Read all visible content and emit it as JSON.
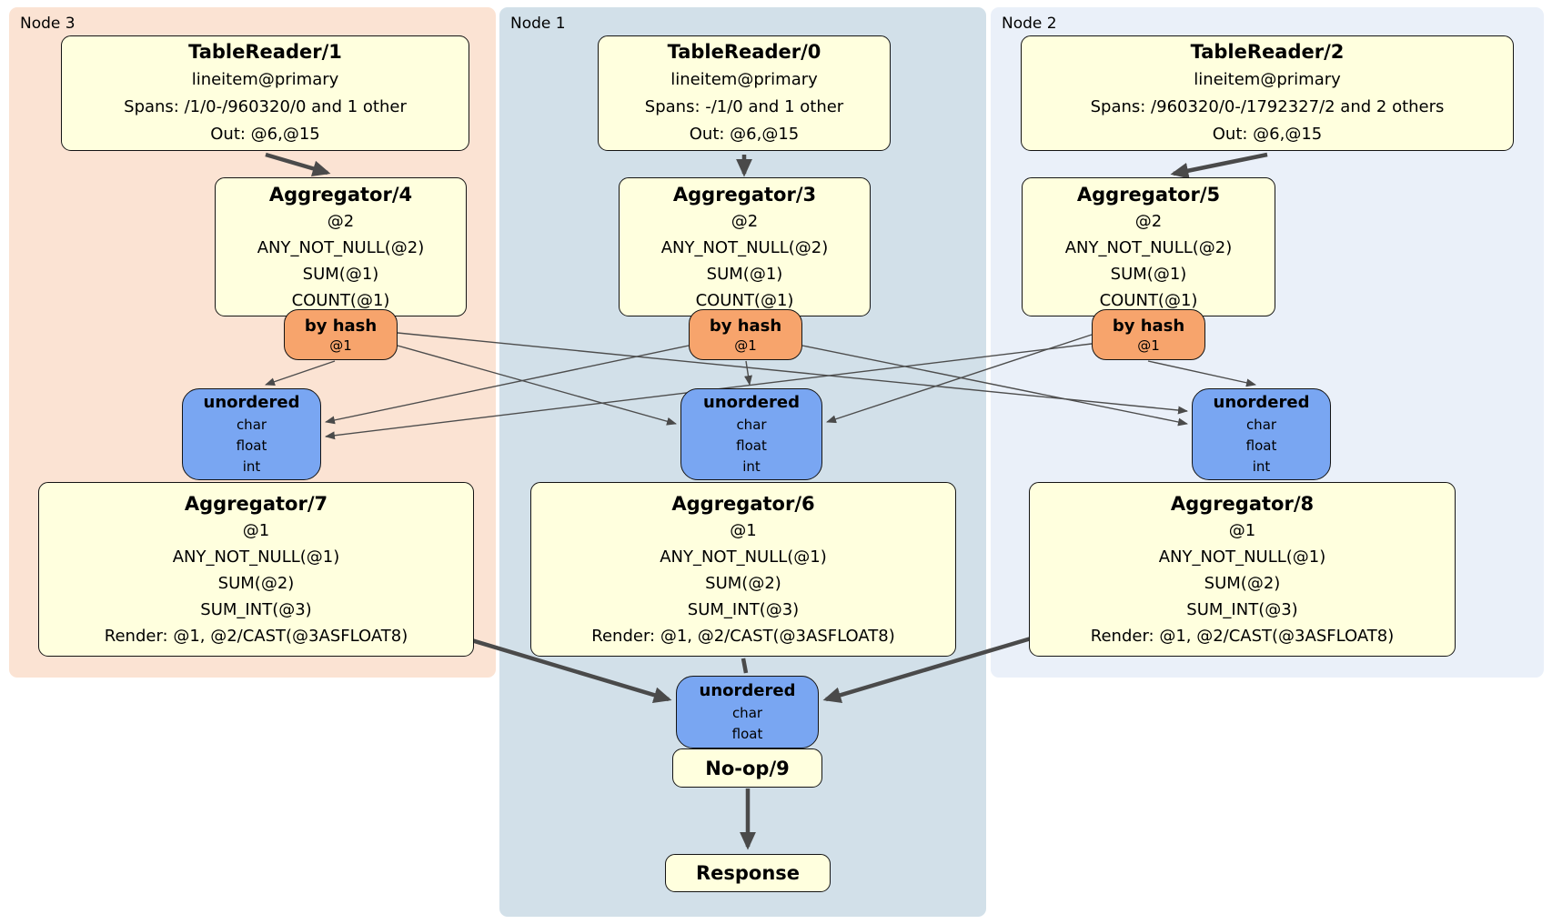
{
  "regions": [
    {
      "label": "Node 3"
    },
    {
      "label": "Node 1"
    },
    {
      "label": "Node 2"
    }
  ],
  "boxes": {
    "tr1": {
      "title": "TableReader/1",
      "lines": [
        "lineitem@primary",
        "Spans: /1/0-/960320/0 and 1 other",
        "Out: @6,@15"
      ]
    },
    "tr0": {
      "title": "TableReader/0",
      "lines": [
        "lineitem@primary",
        "Spans: -/1/0 and 1 other",
        "Out: @6,@15"
      ]
    },
    "tr2": {
      "title": "TableReader/2",
      "lines": [
        "lineitem@primary",
        "Spans: /960320/0-/1792327/2 and 2 others",
        "Out: @6,@15"
      ]
    },
    "agg4": {
      "title": "Aggregator/4",
      "lines": [
        "@2",
        "ANY_NOT_NULL(@2)",
        "SUM(@1)",
        "COUNT(@1)"
      ]
    },
    "agg3": {
      "title": "Aggregator/3",
      "lines": [
        "@2",
        "ANY_NOT_NULL(@2)",
        "SUM(@1)",
        "COUNT(@1)"
      ]
    },
    "agg5": {
      "title": "Aggregator/5",
      "lines": [
        "@2",
        "ANY_NOT_NULL(@2)",
        "SUM(@1)",
        "COUNT(@1)"
      ]
    },
    "router4": {
      "title": "by hash",
      "lines": [
        "@1"
      ]
    },
    "router3": {
      "title": "by hash",
      "lines": [
        "@1"
      ]
    },
    "router5": {
      "title": "by hash",
      "lines": [
        "@1"
      ]
    },
    "sync7": {
      "title": "unordered",
      "lines": [
        "char",
        "float",
        "int"
      ]
    },
    "sync6": {
      "title": "unordered",
      "lines": [
        "char",
        "float",
        "int"
      ]
    },
    "sync8": {
      "title": "unordered",
      "lines": [
        "char",
        "float",
        "int"
      ]
    },
    "agg7": {
      "title": "Aggregator/7",
      "lines": [
        "@1",
        "ANY_NOT_NULL(@1)",
        "SUM(@2)",
        "SUM_INT(@3)",
        "Render: @1, @2/CAST(@3ASFLOAT8)"
      ]
    },
    "agg6": {
      "title": "Aggregator/6",
      "lines": [
        "@1",
        "ANY_NOT_NULL(@1)",
        "SUM(@2)",
        "SUM_INT(@3)",
        "Render: @1, @2/CAST(@3ASFLOAT8)"
      ]
    },
    "agg8": {
      "title": "Aggregator/8",
      "lines": [
        "@1",
        "ANY_NOT_NULL(@1)",
        "SUM(@2)",
        "SUM_INT(@3)",
        "Render: @1, @2/CAST(@3ASFLOAT8)"
      ]
    },
    "syncFinal": {
      "title": "unordered",
      "lines": [
        "char",
        "float"
      ]
    },
    "noop": {
      "title": "No-op/9"
    },
    "response": {
      "title": "Response"
    }
  },
  "colors": {
    "node3_bg": "#FBE3D3",
    "node1_bg": "#D2E0E9",
    "node2_bg": "#EAF0F9",
    "operator_bg": "#FFFFDE",
    "router_bg": "#F7A46C",
    "sync_bg": "#79A6F2",
    "edge": "#4A4A4A"
  }
}
